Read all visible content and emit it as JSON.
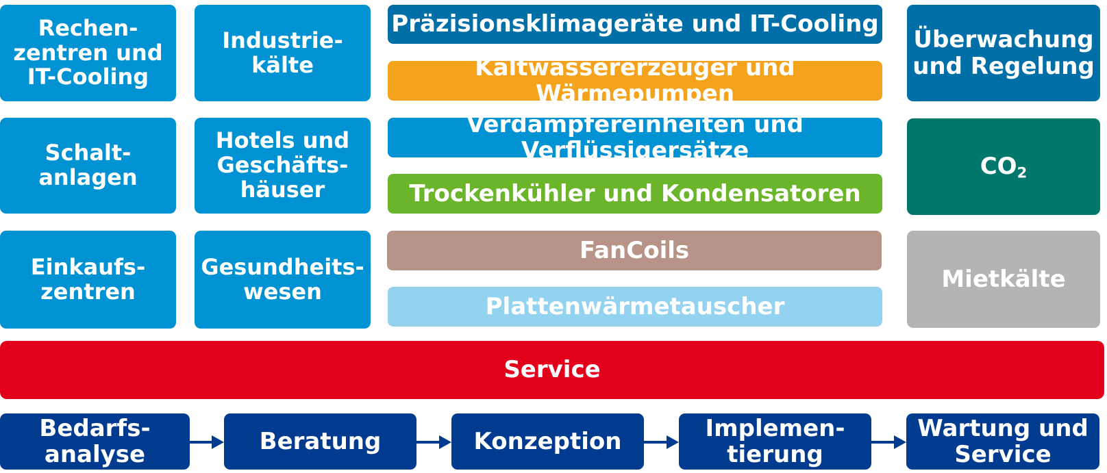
{
  "colors": {
    "sector_blue": "#0092d2",
    "dark_blue": "#006fa8",
    "orange": "#f5a21c",
    "green": "#6bb52b",
    "brown": "#b89387",
    "light_blue": "#94d3ef",
    "teal": "#00776b",
    "gray": "#b3b4b5",
    "red": "#e2001a",
    "navy": "#003b8f"
  },
  "sectors": [
    "Rechen-\nzentren und\nIT-Cooling",
    "Industrie-\nkälte",
    "Schalt-\nanlagen",
    "Hotels und\nGeschäfts-\nhäuser",
    "Einkaufs-\nzentren",
    "Gesundheits-\nwesen"
  ],
  "products": [
    "Präzisionsklimageräte und IT-Cooling",
    "Kaltwassererzeuger und Wärmepumpen",
    "Verdampfereinheiten und Verflüssigersätze",
    "Trockenkühler und Kondensatoren",
    "FanCoils",
    "Plattenwärmetauscher"
  ],
  "right_column": {
    "monitoring": "Überwachung\nund Regelung",
    "co2_base": "CO",
    "co2_sub": "2",
    "rental": "Mietkälte"
  },
  "service": "Service",
  "process_steps": [
    "Bedarfs-\nanalyse",
    "Beratung",
    "Konzeption",
    "Implemen-\ntierung",
    "Wartung und\nService"
  ],
  "icons": {
    "process_arrow": "arrow-right-icon"
  }
}
